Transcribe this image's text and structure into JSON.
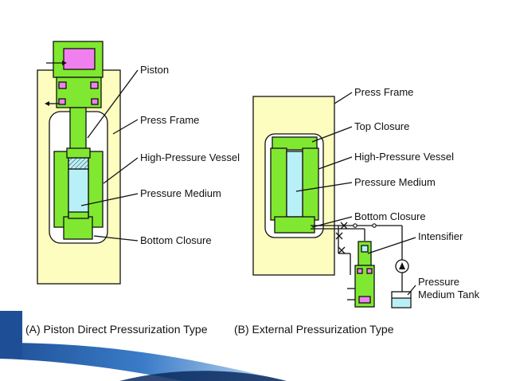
{
  "labels": {
    "piston": "Piston",
    "press_frame_a": "Press Frame",
    "hp_vessel_a": "High-Pressure Vessel",
    "pressure_medium_a": "Pressure Medium",
    "bottom_closure_a": "Bottom Closure",
    "press_frame_b": "Press Frame",
    "top_closure_b": "Top Closure",
    "hp_vessel_b": "High-Pressure Vessel",
    "pressure_medium_b": "Pressure Medium",
    "bottom_closure_b": "Bottom Closure",
    "intensifier": "Intensifier",
    "tank_line1": "Pressure",
    "tank_line2": "Medium Tank"
  },
  "captions": {
    "a": "(A) Piston Direct Pressurization Type",
    "b": "(B) External Pressurization Type"
  },
  "colors": {
    "frame": "#fdfdc0",
    "part": "#80e830",
    "medium": "#b8f0f8",
    "piston_head": "#f080f0",
    "accent_blue": "#1e5aa8"
  }
}
